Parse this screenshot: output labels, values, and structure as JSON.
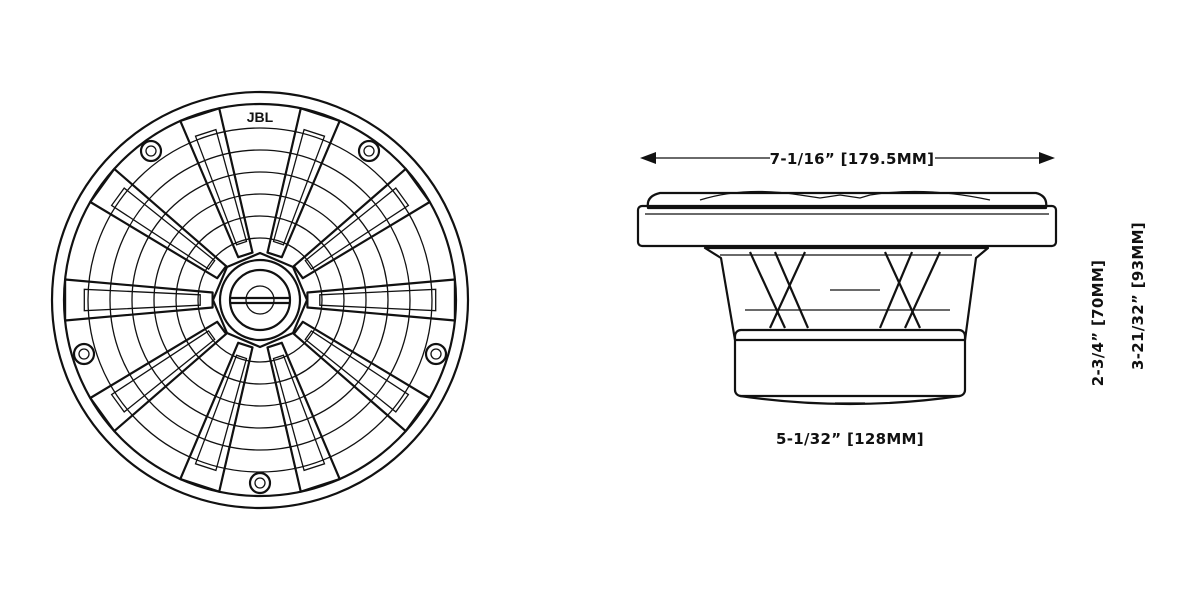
{
  "front_view": {
    "logo_text": "JBL"
  },
  "side_view": {
    "overall_diameter_label": "7-1/16” [179.5MM]",
    "basket_diameter_label": "5-1/32” [128MM]",
    "mounting_depth_label": "2-3/4” [70MM]",
    "total_depth_label": "3-21/32” [93MM]"
  },
  "colors": {
    "line": "#111111",
    "background": "#ffffff"
  }
}
